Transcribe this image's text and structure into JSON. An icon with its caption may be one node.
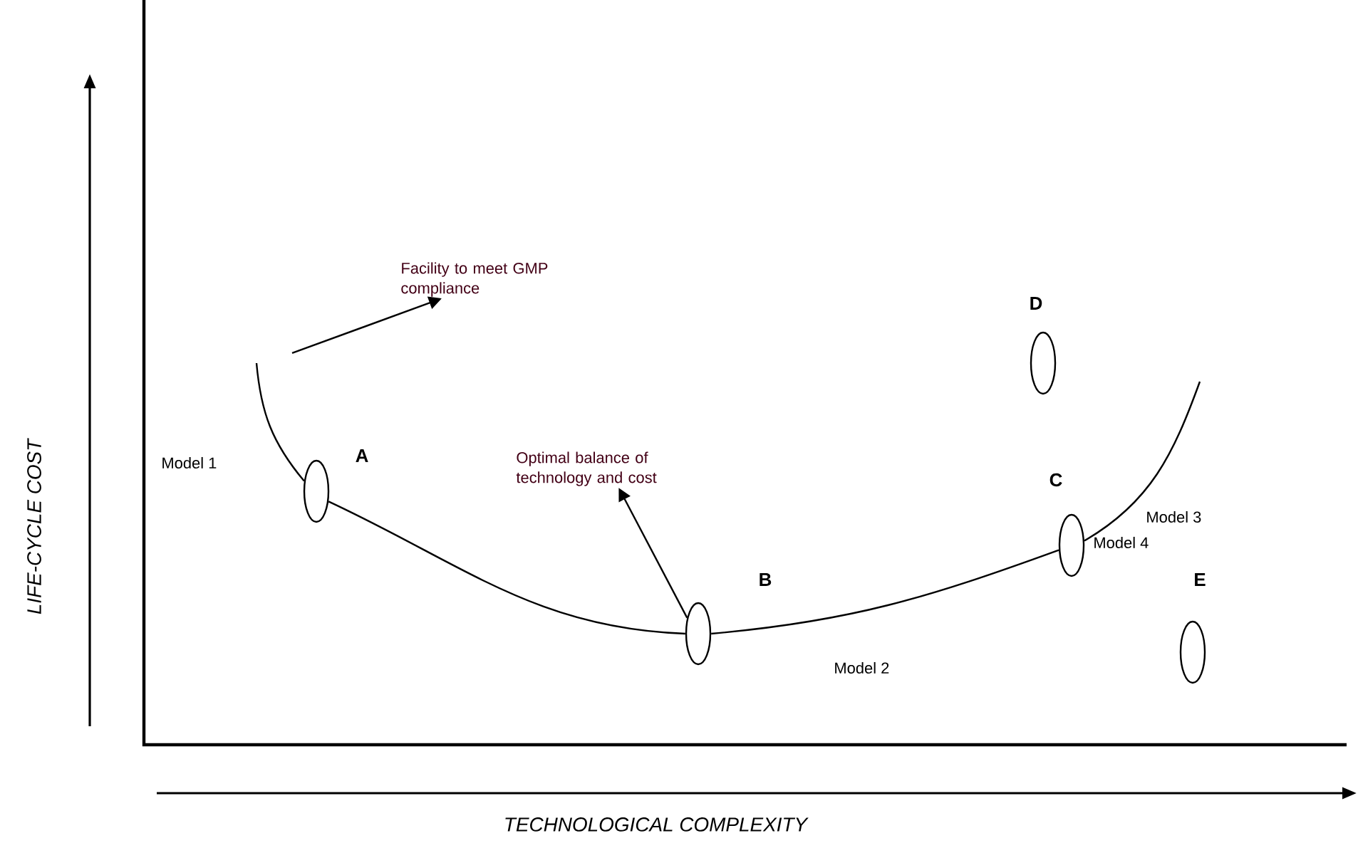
{
  "diagram": {
    "nodes": [
      {
        "text": [
          "Facility to meet GMP compliance"
        ]
      },
      {
        "text": [
          "Optimal balance of technology and cost"
        ]
      },
      {
        "text": [],
        "shape": "ellipse",
        "beside": [
          "A"
        ]
      },
      {
        "text": [],
        "shape": "ellipse",
        "beside": [
          "B"
        ]
      },
      {
        "text": [],
        "shape": "ellipse",
        "beside": [
          "C"
        ]
      },
      {
        "text": [],
        "shape": "ellipse",
        "beside": [
          "D"
        ]
      },
      {
        "text": [],
        "shape": "ellipse",
        "beside": [
          "E"
        ]
      }
    ],
    "edges": [
      {
        "from": null,
        "to": 2,
        "arrow": "none"
      },
      {
        "from": 2,
        "to": 3,
        "arrow": "none"
      },
      {
        "from": 3,
        "to": 4,
        "arrow": "none"
      },
      {
        "from": 4,
        "to": null,
        "arrow": "none"
      },
      {
        "from": null,
        "to": 0,
        "arrow": "to"
      },
      {
        "from": 3,
        "to": 1,
        "arrow": "to"
      }
    ],
    "labels": [
      "Model 1",
      "Model 3",
      "Model 4",
      "Model 2",
      "LIFE-CYCLE COST",
      "TECHNOLOGICAL COMPLEXITY"
    ]
  }
}
